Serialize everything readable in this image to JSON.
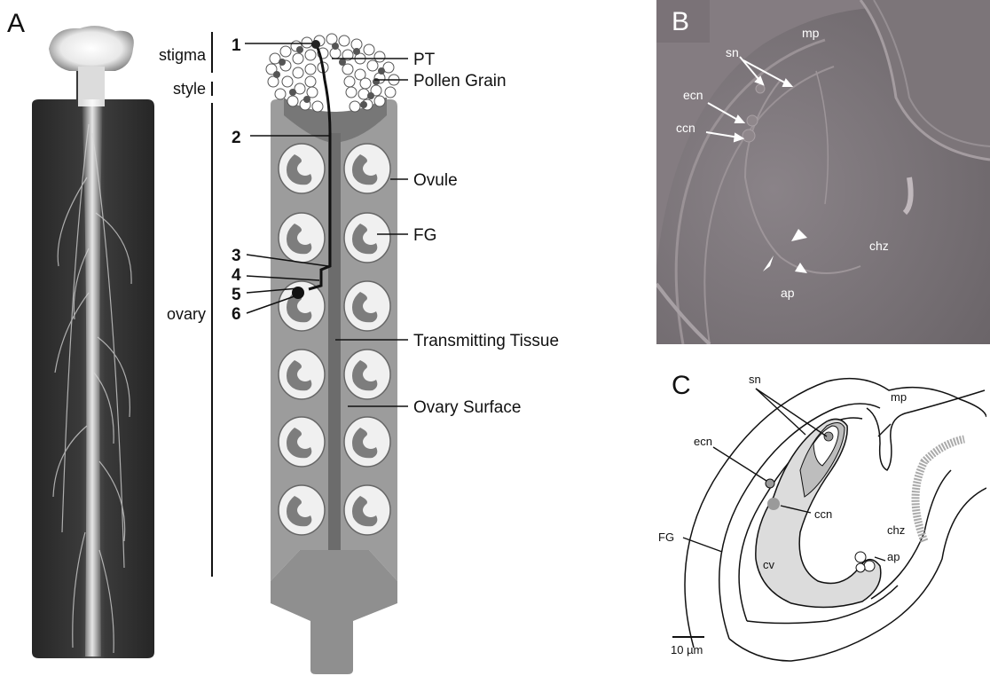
{
  "panels": {
    "a": {
      "letter": "A",
      "regions": {
        "stigma": "stigma",
        "style": "style",
        "ovary": "ovary"
      },
      "steps": [
        "1",
        "2",
        "3",
        "4",
        "5",
        "6"
      ],
      "labels": {
        "pt": "PT",
        "pollen_grain": "Pollen Grain",
        "ovule": "Ovule",
        "fg": "FG",
        "transmitting_tissue": "Transmitting Tissue",
        "ovary_surface": "Ovary Surface"
      }
    },
    "b": {
      "letter": "B",
      "labels": {
        "mp": "mp",
        "sn": "sn",
        "ecn": "ecn",
        "ccn": "ccn",
        "chz": "chz",
        "ap": "ap"
      }
    },
    "c": {
      "letter": "C",
      "labels": {
        "sn": "sn",
        "mp": "mp",
        "ecn": "ecn",
        "ccn": "ccn",
        "chz": "chz",
        "fg": "FG",
        "cv": "cv",
        "ap": "ap"
      },
      "scale_bar": "10 µm"
    }
  },
  "colors": {
    "tissue": "#9c9c9c",
    "transmitting": "#7a7a7a",
    "ovule_fill": "#f0f0f0",
    "fg_fill": "#7d7d7d",
    "micrograph_dark": "#303030",
    "dic_background": "#7b7479",
    "central_cell": "#dcdcdc"
  }
}
